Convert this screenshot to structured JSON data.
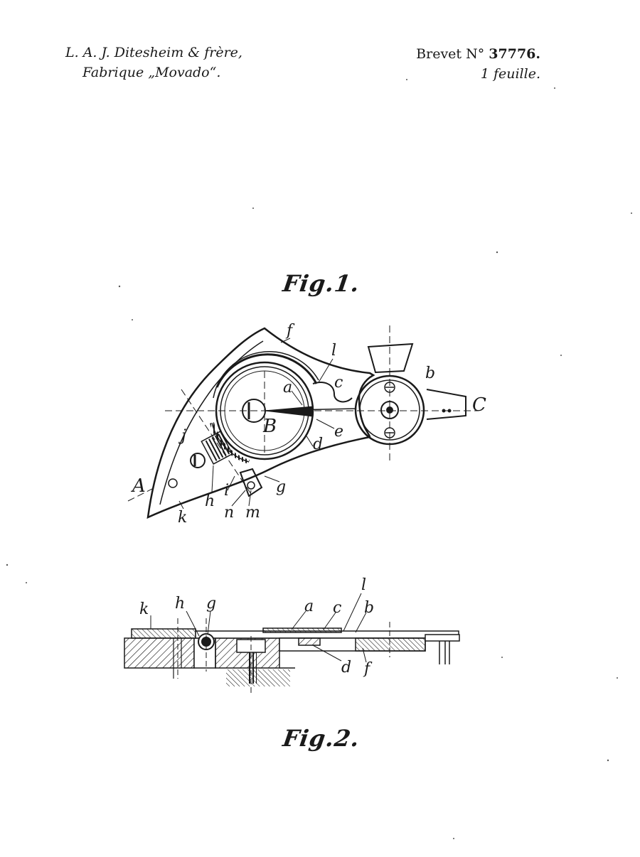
{
  "header": {
    "applicant_line1": "L. A. J. Ditesheim & frère,",
    "applicant_line2": "Fabrique „Movado“.",
    "brevet_label": "Brevet N°",
    "brevet_number": "37776.",
    "sheet_count": "1 feuille."
  },
  "fig1": {
    "caption": "Fig.1.",
    "labels": {
      "f": "f",
      "l": "l",
      "b": "b",
      "a": "a",
      "c": "c",
      "C": "C",
      "B": "B",
      "e": "e",
      "d": "d",
      "j": "j",
      "A": "A",
      "g": "g",
      "h": "h",
      "i": "i",
      "k": "k",
      "n": "n",
      "m": "m"
    }
  },
  "fig2": {
    "caption": "Fig.2.",
    "labels": {
      "k": "k",
      "h": "h",
      "g": "g",
      "a": "a",
      "c": "c",
      "l": "l",
      "b": "b",
      "d": "d",
      "f": "f"
    }
  }
}
